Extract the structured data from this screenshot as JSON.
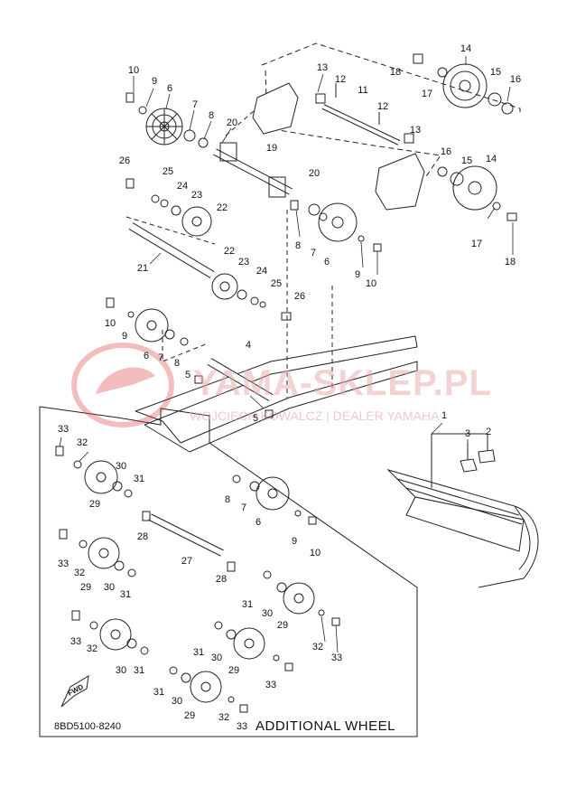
{
  "diagram": {
    "caption": "ADDITIONAL WHEEL",
    "code": "8BD5100-8240",
    "fwd_label": "FWD",
    "watermark": {
      "site": "YAMA-SKLEP.PL",
      "dealer": "WOJCIECH KOWALCZ | DEALER YAMAHA"
    },
    "callouts": [
      {
        "id": "c10a",
        "text": "10"
      },
      {
        "id": "c9a",
        "text": "9"
      },
      {
        "id": "c6a",
        "text": "6"
      },
      {
        "id": "c7a",
        "text": "7"
      },
      {
        "id": "c8a",
        "text": "8"
      },
      {
        "id": "c20a",
        "text": "20"
      },
      {
        "id": "c13a",
        "text": "13"
      },
      {
        "id": "c12a",
        "text": "12"
      },
      {
        "id": "c11",
        "text": "11"
      },
      {
        "id": "c12b",
        "text": "12"
      },
      {
        "id": "c13b",
        "text": "13"
      },
      {
        "id": "c18a",
        "text": "18"
      },
      {
        "id": "c14a",
        "text": "14"
      },
      {
        "id": "c17a",
        "text": "17"
      },
      {
        "id": "c15a",
        "text": "15"
      },
      {
        "id": "c16a",
        "text": "16"
      },
      {
        "id": "c19",
        "text": "19"
      },
      {
        "id": "c26a",
        "text": "26"
      },
      {
        "id": "c25a",
        "text": "25"
      },
      {
        "id": "c24a",
        "text": "24"
      },
      {
        "id": "c23a",
        "text": "23"
      },
      {
        "id": "c22a",
        "text": "22"
      },
      {
        "id": "c20b",
        "text": "20"
      },
      {
        "id": "c16b",
        "text": "16"
      },
      {
        "id": "c15b",
        "text": "15"
      },
      {
        "id": "c14b",
        "text": "14"
      },
      {
        "id": "c8b",
        "text": "8"
      },
      {
        "id": "c7b",
        "text": "7"
      },
      {
        "id": "c6b",
        "text": "6"
      },
      {
        "id": "c9b",
        "text": "9"
      },
      {
        "id": "c10b",
        "text": "10"
      },
      {
        "id": "c17b",
        "text": "17"
      },
      {
        "id": "c18b",
        "text": "18"
      },
      {
        "id": "c21",
        "text": "21"
      },
      {
        "id": "c22b",
        "text": "22"
      },
      {
        "id": "c23b",
        "text": "23"
      },
      {
        "id": "c24b",
        "text": "24"
      },
      {
        "id": "c25b",
        "text": "25"
      },
      {
        "id": "c26b",
        "text": "26"
      },
      {
        "id": "c10c",
        "text": "10"
      },
      {
        "id": "c9c",
        "text": "9"
      },
      {
        "id": "c6c",
        "text": "6"
      },
      {
        "id": "c7c",
        "text": "7"
      },
      {
        "id": "c8c",
        "text": "8"
      },
      {
        "id": "c4",
        "text": "4"
      },
      {
        "id": "c5a",
        "text": "5"
      },
      {
        "id": "c5b",
        "text": "5"
      },
      {
        "id": "c1",
        "text": "1"
      },
      {
        "id": "c3",
        "text": "3"
      },
      {
        "id": "c2",
        "text": "2"
      },
      {
        "id": "c33a",
        "text": "33"
      },
      {
        "id": "c32a",
        "text": "32"
      },
      {
        "id": "c30a",
        "text": "30"
      },
      {
        "id": "c31a",
        "text": "31"
      },
      {
        "id": "c29a",
        "text": "29"
      },
      {
        "id": "c8d",
        "text": "8"
      },
      {
        "id": "c7d",
        "text": "7"
      },
      {
        "id": "c6d",
        "text": "6"
      },
      {
        "id": "c9d",
        "text": "9"
      },
      {
        "id": "c10d",
        "text": "10"
      },
      {
        "id": "c28a",
        "text": "28"
      },
      {
        "id": "c27",
        "text": "27"
      },
      {
        "id": "c28b",
        "text": "28"
      },
      {
        "id": "c33b",
        "text": "33"
      },
      {
        "id": "c32b",
        "text": "32"
      },
      {
        "id": "c29b",
        "text": "29"
      },
      {
        "id": "c30b",
        "text": "30"
      },
      {
        "id": "c31b",
        "text": "31"
      },
      {
        "id": "c31c",
        "text": "31"
      },
      {
        "id": "c30c",
        "text": "30"
      },
      {
        "id": "c29c",
        "text": "29"
      },
      {
        "id": "c33c",
        "text": "33"
      },
      {
        "id": "c32c",
        "text": "32"
      },
      {
        "id": "c30d",
        "text": "30"
      },
      {
        "id": "c31d",
        "text": "31"
      },
      {
        "id": "c31e",
        "text": "31"
      },
      {
        "id": "c30e",
        "text": "30"
      },
      {
        "id": "c29d",
        "text": "29"
      },
      {
        "id": "c32d",
        "text": "32"
      },
      {
        "id": "c33d",
        "text": "33"
      },
      {
        "id": "c33e",
        "text": "33"
      },
      {
        "id": "c31f",
        "text": "31"
      },
      {
        "id": "c30f",
        "text": "30"
      },
      {
        "id": "c29e",
        "text": "29"
      },
      {
        "id": "c32e",
        "text": "32"
      },
      {
        "id": "c33f",
        "text": "33"
      }
    ]
  }
}
